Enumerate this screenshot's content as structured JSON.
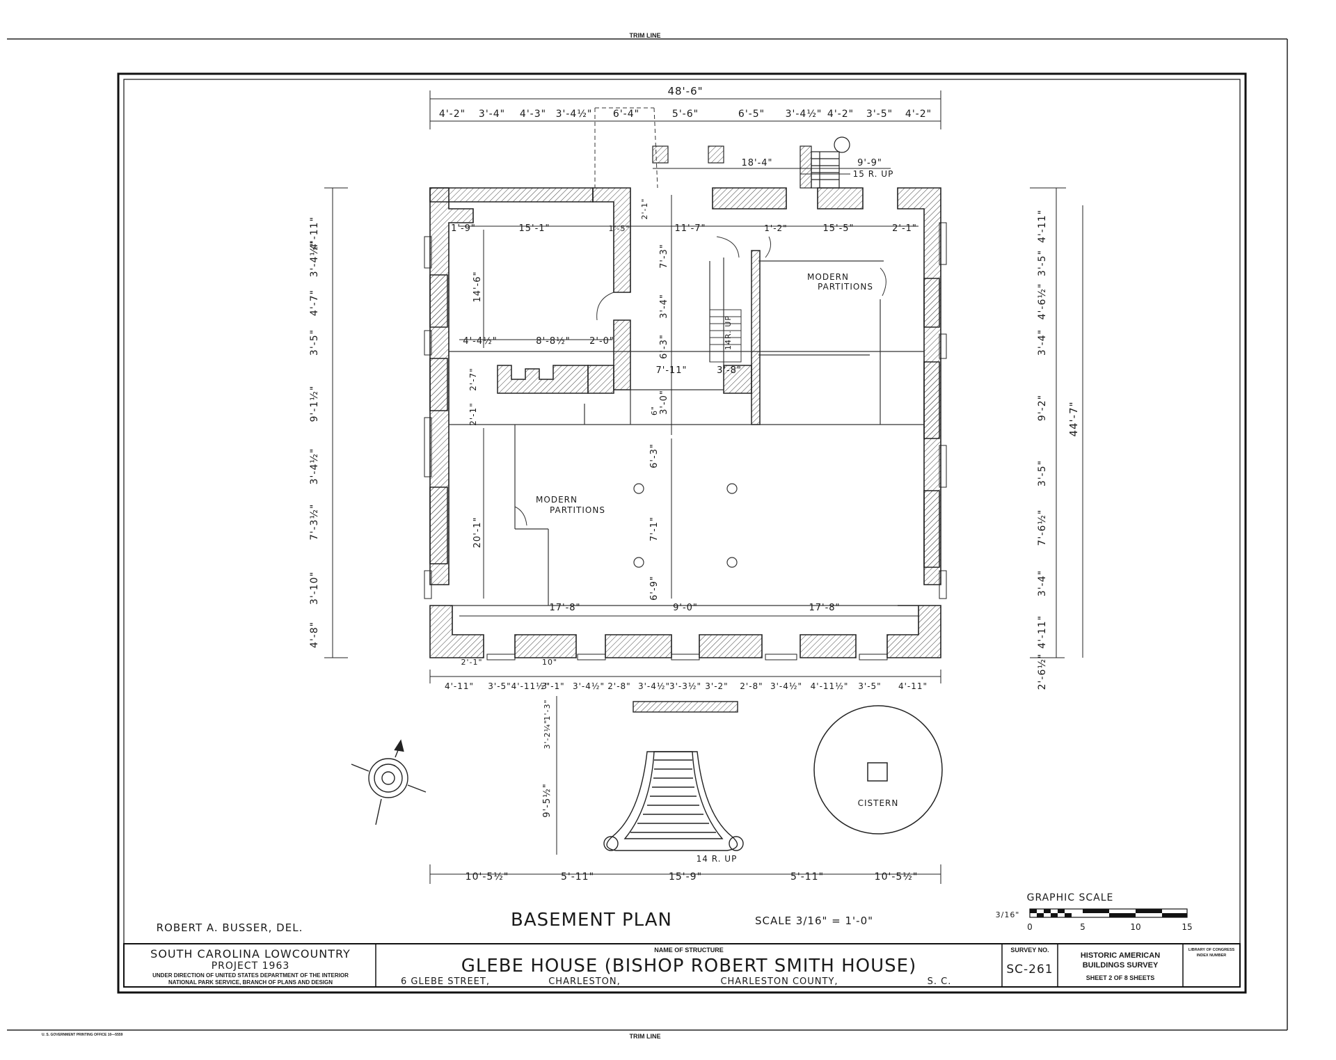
{
  "sheet": {
    "trim_top": "TRIM LINE",
    "trim_bottom": "TRIM LINE",
    "printer_note": "U. S. GOVERNMENT PRINTING OFFICE   10—5559"
  },
  "plan": {
    "title": "BASEMENT PLAN",
    "scale": "SCALE 3/16\" = 1'-0\"",
    "delineator": "ROBERT A. BUSSER,  DEL.",
    "labels": {
      "modern_partitions_1": "MODERN",
      "modern_partitions_1b": "PARTITIONS",
      "modern_partitions_2": "MODERN",
      "modern_partitions_2b": "PARTITIONS",
      "stair_top": "15 R. UP",
      "stair_inner": "14R. UP",
      "stair_front": "14 R. UP",
      "cistern": "CISTERN"
    },
    "dims_top": [
      "4'-2\"",
      "3'-4\"",
      "4'-3\"",
      "3'-4½\"",
      "6'-4\"",
      "5'-6\"",
      "6'-5\"",
      "3'-4½\"",
      "4'-2\"",
      "3'-5\"",
      "4'-2\""
    ],
    "overall_top": "48'-6\"",
    "dims_bottom": [
      "4'-11\"",
      "3'-5\"",
      "4'-11½\"",
      "3'-1\"",
      "3'-4½\"",
      "2'-8\"",
      "3'-4½\"",
      "3'-3½\"",
      "3'-2\"",
      "2'-8\"",
      "3'-4½\"",
      "4'-11½\"",
      "3'-5\"",
      "4'-11\""
    ],
    "dims_steps": [
      "10'-5½\"",
      "5'-11\"",
      "15'-9\"",
      "5'-11\"",
      "10'-5½\""
    ],
    "dims_left": [
      "4'-11\"",
      "3'-4½\"",
      "4'-7\"",
      "3'-5\"",
      "9'-1½\"",
      "3'-4½\"",
      "7'-3½\"",
      "3'-10\"",
      "4'-8\""
    ],
    "dims_right": [
      "4'-11\"",
      "3'-5\"",
      "4'-6½\"",
      "3'-4\"",
      "9'-2\"",
      "3'-5\"",
      "7'-6½\"",
      "3'-4\"",
      "4'-11\"",
      "2'-6½\""
    ],
    "overall_right": "44'-7\"",
    "interior_dims": {
      "d_18_4": "18'-4\"",
      "d_9_9": "9'-9\"",
      "d_1_9": "1'-9\"",
      "d_15_1": "15'-1\"",
      "d_1_5": "1'-5\"",
      "d_2_1a": "2'-1\"",
      "d_11_7": "11'-7\"",
      "d_1_2": "1'-2\"",
      "d_15_5": "15'-5\"",
      "d_2_1b": "2'-1\"",
      "d_14_6": "14'-6\"",
      "d_7_3": "7'-3\"",
      "d_3_4": "3'-4\"",
      "d_4_4": "4'-4½\"",
      "d_8_8": "8'-8½\"",
      "d_2_0": "2'-0\"",
      "d_6_3a": "6'-3\"",
      "d_7_11": "7'-11\"",
      "d_3_8": "3'-8\"",
      "d_2_7": "2'-7\"",
      "d_6": "6\"",
      "d_3_0": "3'-0\"",
      "d_2_1c": "2'-1\"",
      "d_6_3b": "6'-3\"",
      "d_20_1": "20'-1\"",
      "d_7_1": "7'-1\"",
      "d_6_9": "6'-9\"",
      "d_17_8a": "17'-8\"",
      "d_9_0": "9'-0\"",
      "d_17_8b": "17'-8\"",
      "d_2_1d": "2'-1\"",
      "d_10": "10\"",
      "d_1_3": "1'-3\"",
      "d_3_2": "3'-2¼\"",
      "d_9_5": "9'-5½\""
    }
  },
  "graphic_scale": {
    "title": "GRAPHIC SCALE",
    "fraction": "3/16\"",
    "ticks": [
      "0",
      "5",
      "10",
      "15"
    ]
  },
  "title_block": {
    "project_line1": "SOUTH CAROLINA LOWCOUNTRY",
    "project_line2": "PROJECT 1963",
    "direction_line1": "UNDER DIRECTION OF UNITED STATES DEPARTMENT OF THE INTERIOR",
    "direction_line2": "NATIONAL PARK SERVICE, BRANCH OF PLANS AND DESIGN",
    "name_label": "NAME OF STRUCTURE",
    "structure_name": "GLEBE HOUSE (BISHOP ROBERT SMITH HOUSE)",
    "address_street": "6 GLEBE STREET,",
    "address_city": "CHARLESTON,",
    "address_county": "CHARLESTON COUNTY,",
    "address_state": "S. C.",
    "survey_label": "SURVEY NO.",
    "survey_no": "SC-261",
    "habs_line1": "HISTORIC AMERICAN",
    "habs_line2": "BUILDINGS SURVEY",
    "sheet_info": "SHEET 2 OF 8 SHEETS",
    "loc_line1": "LIBRARY OF CONGRESS",
    "loc_line2": "INDEX NUMBER"
  },
  "colors": {
    "ink": "#1a1a1a",
    "paper": "#ffffff"
  }
}
